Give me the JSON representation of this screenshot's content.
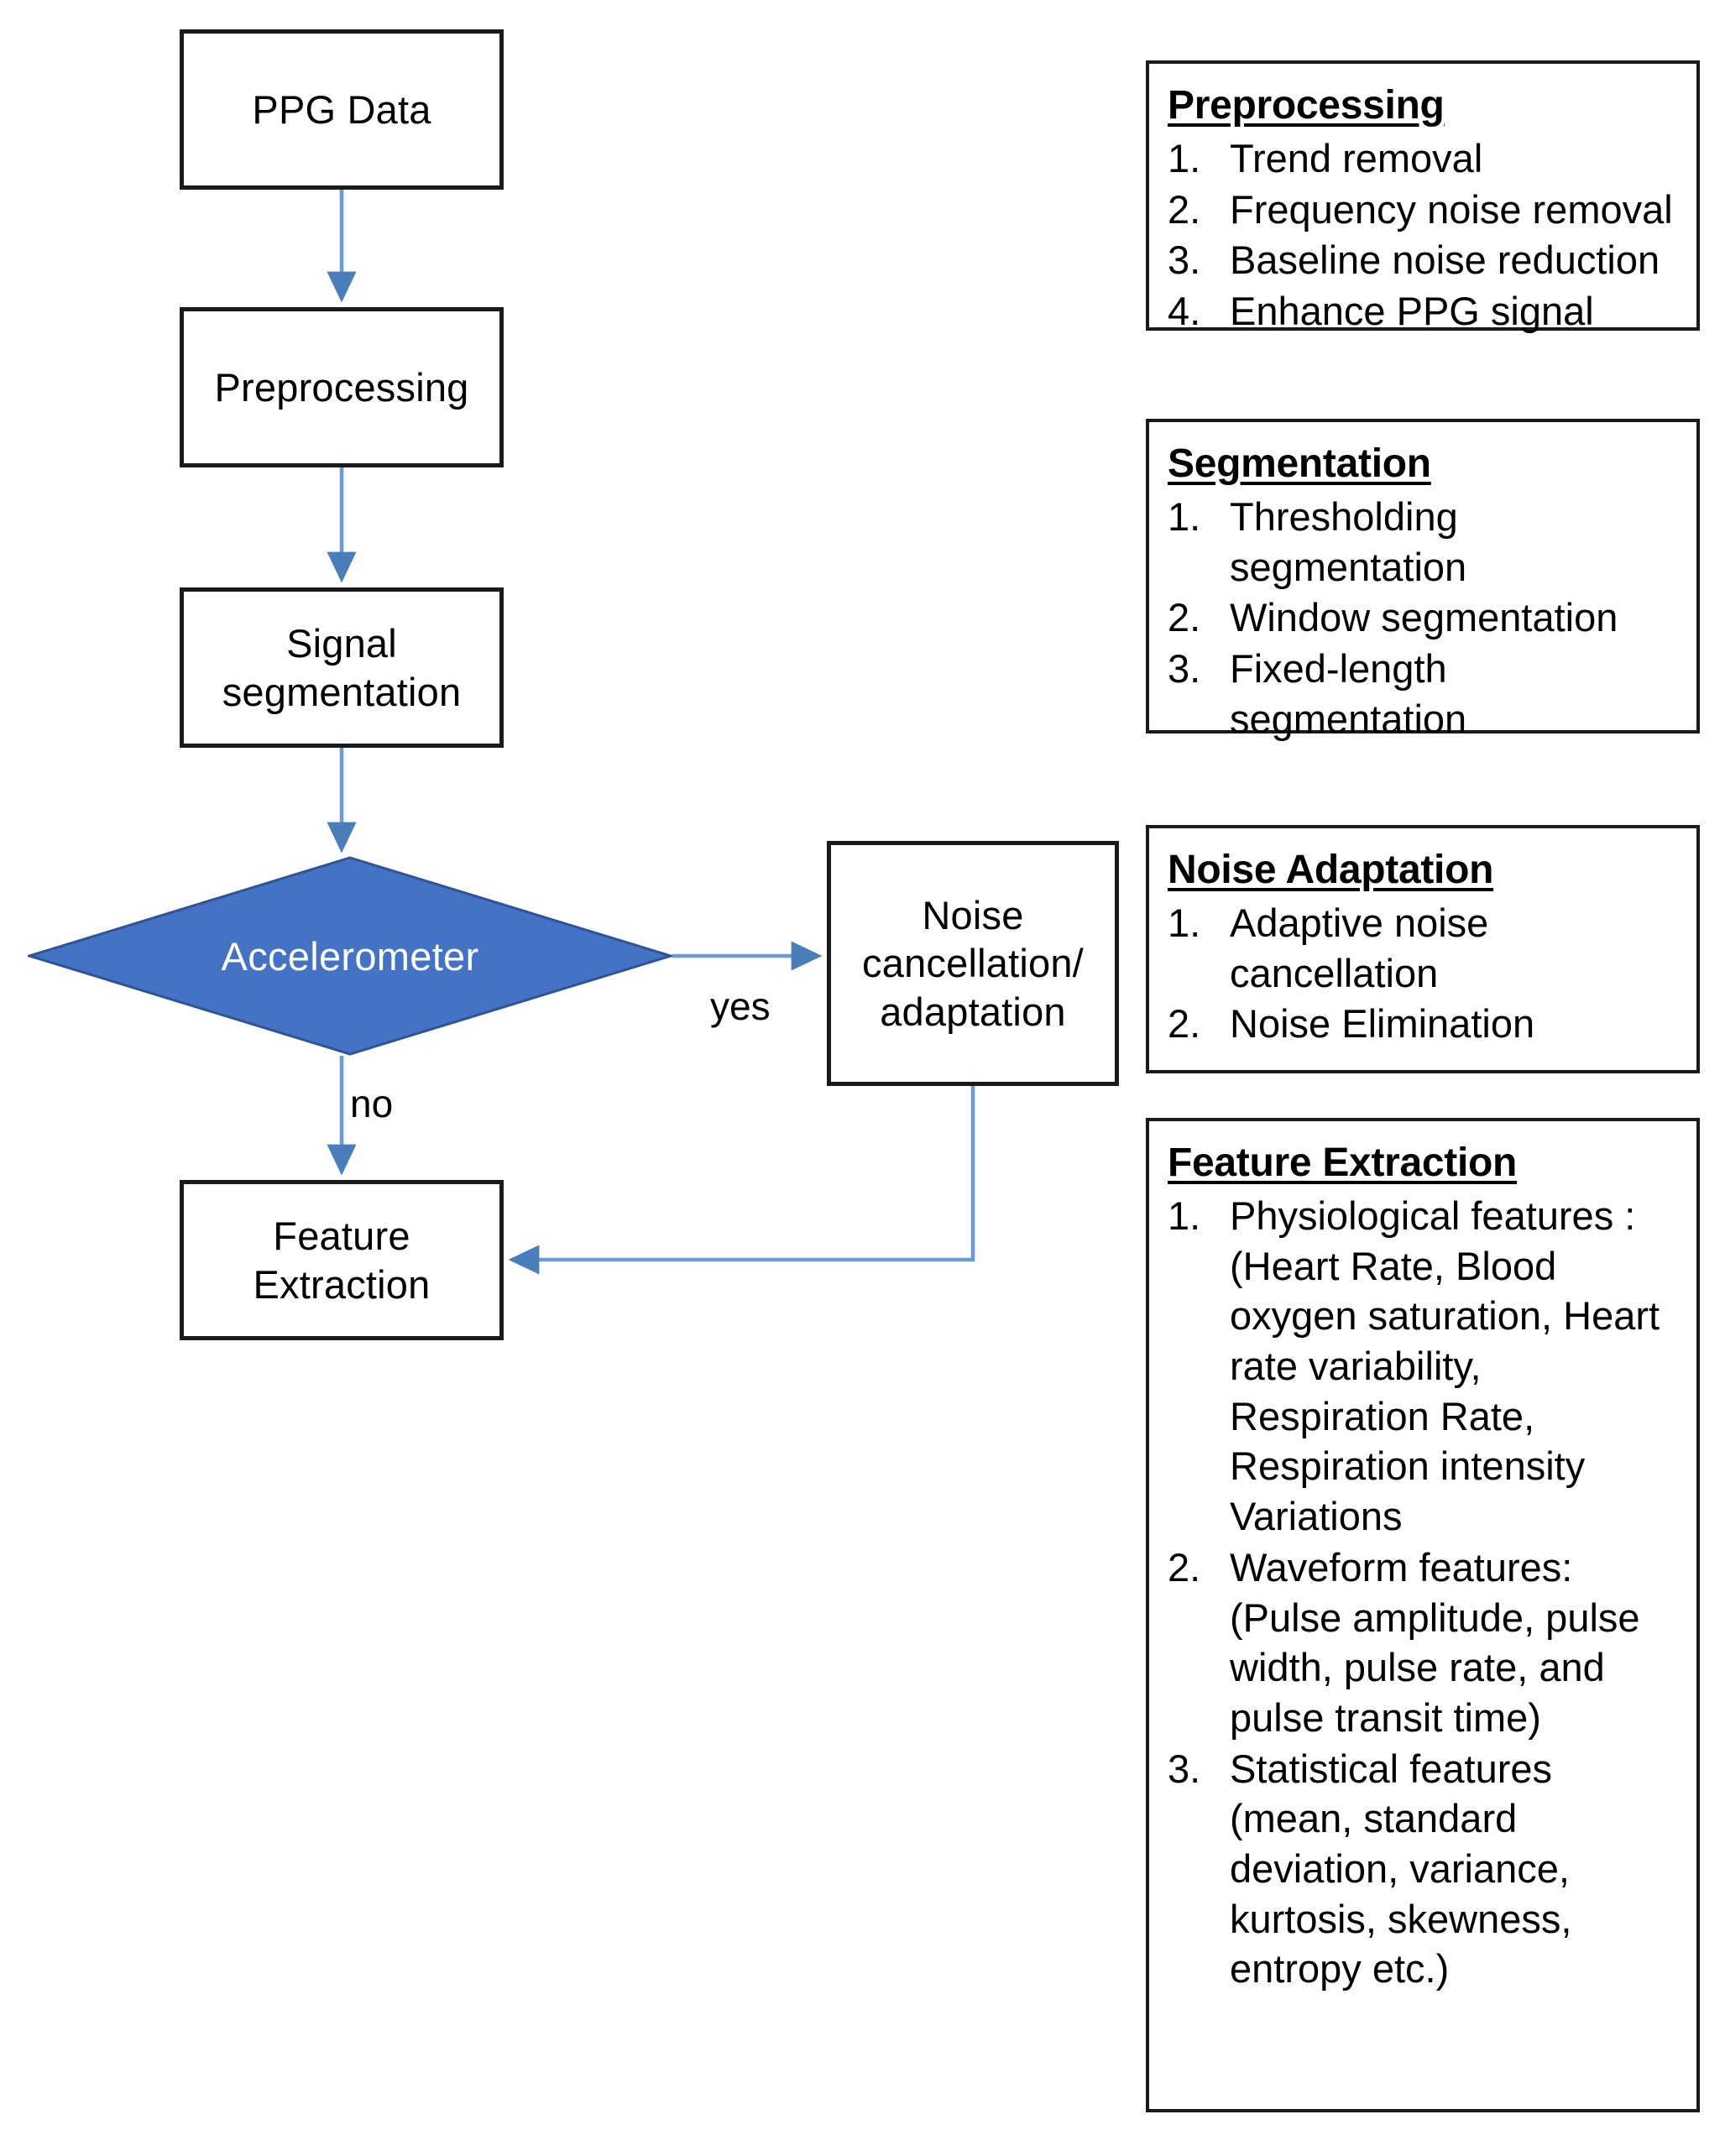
{
  "colors": {
    "diamond_fill": "#4472C4",
    "diamond_stroke": "#2E5496",
    "arrow": "#5B8FD4",
    "box_border": "#1A1A1A",
    "box_fill": "#FFFFFF",
    "text": "#000000",
    "diamond_text": "#FFFFFF"
  },
  "flow": {
    "nodes": {
      "ppg_data": "PPG Data",
      "preprocessing": "Preprocessing",
      "signal_segmentation": "Signal\nsegmentation",
      "accelerometer": "Accelerometer",
      "noise_cancellation": "Noise\ncancellation/\nadaptation",
      "feature_extraction": "Feature\nExtraction"
    },
    "edge_labels": {
      "yes": "yes",
      "no": "no"
    }
  },
  "panels": [
    {
      "id": "preprocessing",
      "title": "Preprocessing",
      "items": [
        {
          "num": "1.",
          "text": "Trend removal"
        },
        {
          "num": "2.",
          "text": "Frequency noise removal"
        },
        {
          "num": "3.",
          "text": "Baseline noise reduction"
        },
        {
          "num": "4.",
          "text": "Enhance PPG signal"
        }
      ]
    },
    {
      "id": "segmentation",
      "title": "Segmentation",
      "items": [
        {
          "num": "1.",
          "text": "Thresholding segmentation"
        },
        {
          "num": "2.",
          "text": "Window segmentation"
        },
        {
          "num": "3.",
          "text": "Fixed-length segmentation"
        }
      ]
    },
    {
      "id": "noise_adaptation",
      "title": "Noise Adaptation",
      "items": [
        {
          "num": "1.",
          "text": "Adaptive noise cancellation"
        },
        {
          "num": "2.",
          "text": "Noise Elimination"
        }
      ]
    },
    {
      "id": "feature_extraction",
      "title": "Feature Extraction",
      "items": [
        {
          "num": "1.",
          "text": "Physiological features : (Heart Rate, Blood oxygen saturation, Heart rate variability, Respiration Rate, Respiration intensity Variations"
        },
        {
          "num": "2.",
          "text": "Waveform features: (Pulse amplitude, pulse width, pulse rate, and pulse transit time)"
        },
        {
          "num": "3.",
          "text": "Statistical features (mean, standard deviation, variance, kurtosis, skewness, entropy etc.)"
        }
      ]
    }
  ]
}
